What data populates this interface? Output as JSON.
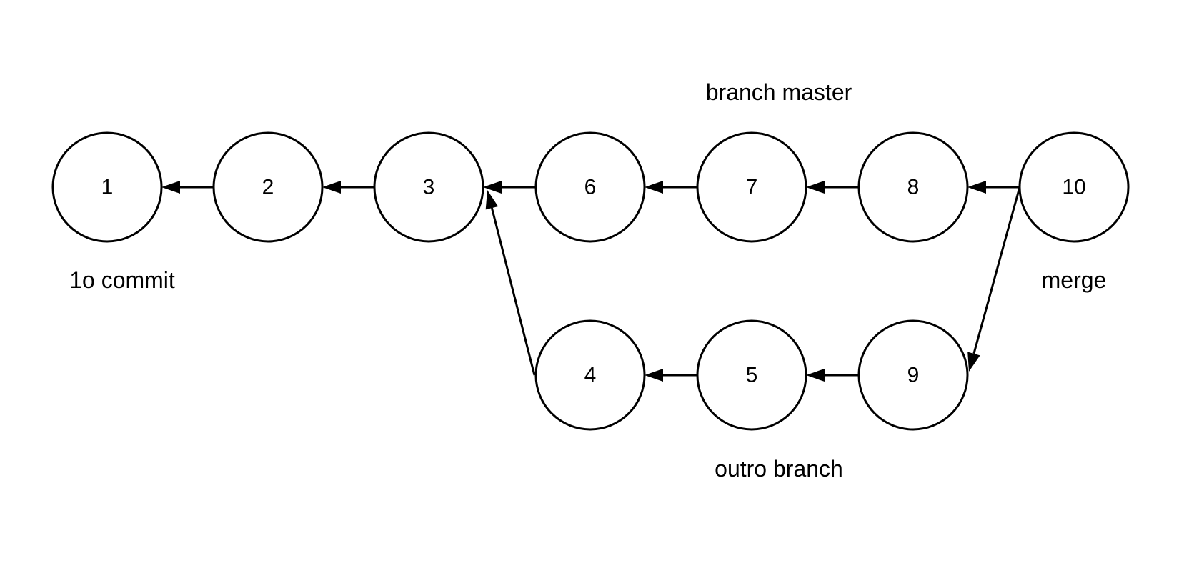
{
  "diagram": {
    "nodes": [
      {
        "id": "1",
        "label": "1"
      },
      {
        "id": "2",
        "label": "2"
      },
      {
        "id": "3",
        "label": "3"
      },
      {
        "id": "6",
        "label": "6"
      },
      {
        "id": "7",
        "label": "7"
      },
      {
        "id": "8",
        "label": "8"
      },
      {
        "id": "10",
        "label": "10"
      },
      {
        "id": "4",
        "label": "4"
      },
      {
        "id": "5",
        "label": "5"
      },
      {
        "id": "9",
        "label": "9"
      }
    ],
    "edges": [
      {
        "from": "2",
        "to": "1"
      },
      {
        "from": "3",
        "to": "2"
      },
      {
        "from": "6",
        "to": "3"
      },
      {
        "from": "7",
        "to": "6"
      },
      {
        "from": "8",
        "to": "7"
      },
      {
        "from": "10",
        "to": "8"
      },
      {
        "from": "4",
        "to": "3"
      },
      {
        "from": "5",
        "to": "4"
      },
      {
        "from": "9",
        "to": "5"
      },
      {
        "from": "10",
        "to": "9"
      }
    ],
    "captions": {
      "first_commit": "1o commit",
      "branch_master": "branch master",
      "merge": "merge",
      "other_branch": "outro branch"
    }
  }
}
